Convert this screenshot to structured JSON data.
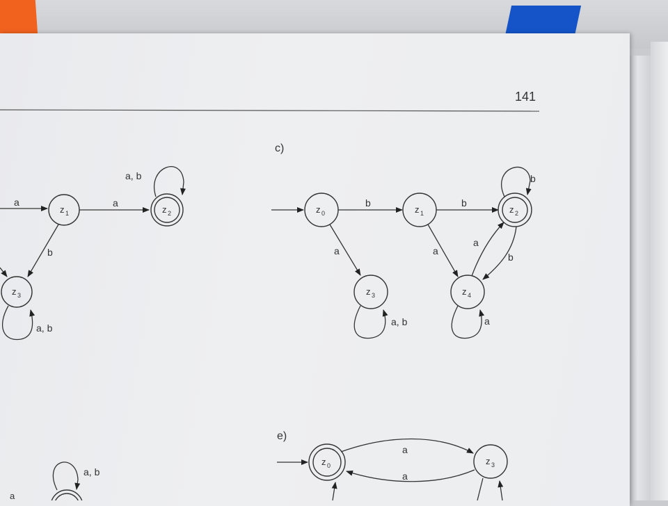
{
  "page": {
    "number": "141"
  },
  "sections": {
    "c": "c)",
    "e": "e)"
  },
  "states": {
    "z0": "z0",
    "z1": "z1",
    "z2": "z2",
    "z3": "z3",
    "z4": "z4",
    "z0_sub": "0",
    "z1_sub": "1",
    "z2_sub": "2",
    "z3_sub": "3",
    "z4_sub": "4",
    "z_main": "z"
  },
  "left_diagram": {
    "edge_into_z1": "a",
    "edge_z1_z2": "a",
    "loop_z2": "a, b",
    "edge_z1_z3": "b",
    "loop_z3": "a, b",
    "loop_bottom": "a, b",
    "bottom_edge": "a"
  },
  "diagram_c": {
    "edge_z0_z1": "b",
    "edge_z1_z2": "b",
    "loop_z2": "b",
    "edge_z0_z3": "a",
    "loop_z3": "a, b",
    "edge_z1_z4": "a",
    "edge_z4_z2": "a",
    "edge_z2_z4": "b",
    "loop_z4": "a"
  },
  "diagram_e": {
    "edge_z0_z3": "a",
    "edge_z3_z0": "a"
  }
}
